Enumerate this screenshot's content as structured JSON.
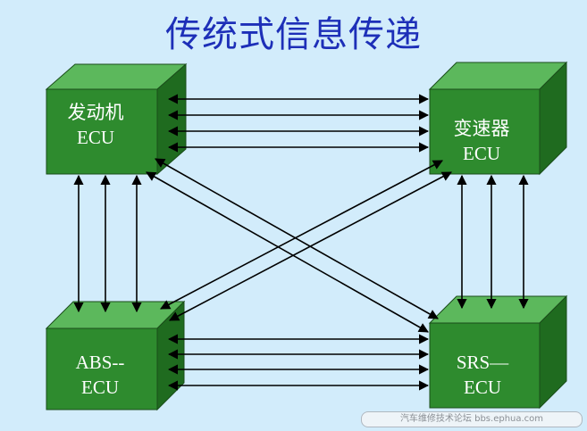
{
  "title": "传统式信息传递",
  "ecus": {
    "engine": {
      "line1": "发动机",
      "line2": "ECU"
    },
    "transmission": {
      "line1": "变速器",
      "line2": "ECU"
    },
    "abs": {
      "line1": "ABS--",
      "line2": "ECU"
    },
    "srs": {
      "line1": "SRS—",
      "line2": "ECU"
    }
  },
  "watermark": "汽车维修技术论坛 bbs.ephua.com",
  "colors": {
    "background": "#d2ecfb",
    "title": "#1d2fb8",
    "box_front": "#2e8b2e",
    "box_top": "#5cb85c",
    "box_side": "#1f6b1f",
    "arrow": "#000000"
  }
}
